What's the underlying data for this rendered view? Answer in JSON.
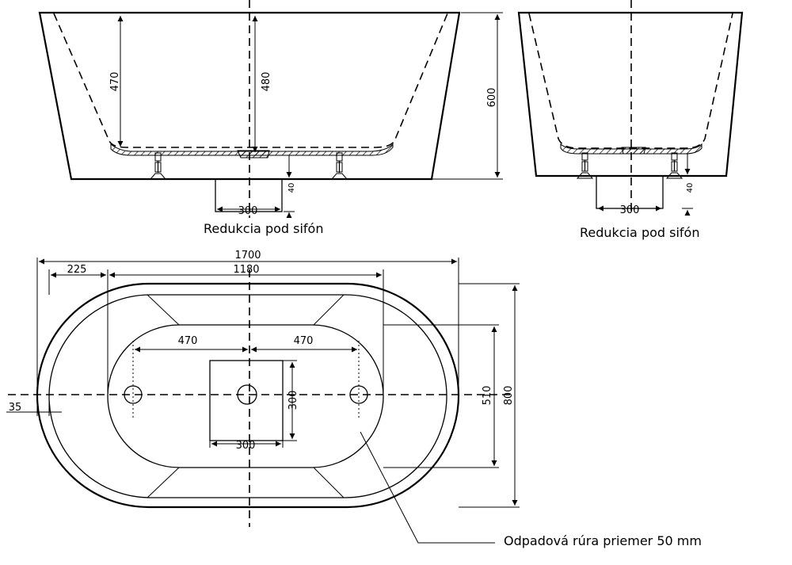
{
  "front_view": {
    "dims": {
      "inner_depth_side": "470",
      "inner_depth_center": "480",
      "total_height": "600",
      "drain_height": "40",
      "drain_width": "300"
    },
    "caption": "Redukcia pod sifón"
  },
  "side_view": {
    "dims": {
      "drain_height": "40",
      "drain_width": "300"
    },
    "caption": "Redukcia pod sifón"
  },
  "plan_view": {
    "dims": {
      "total_length": "1700",
      "inner_length": "1180",
      "end_offset": "225",
      "leg_left": "470",
      "leg_right": "470",
      "drain_box_height": "300",
      "drain_box_width": "300",
      "inner_width": "510",
      "total_width": "800",
      "edge_offset": "35"
    },
    "callout": "Odpadová rúra priemer 50 mm"
  }
}
